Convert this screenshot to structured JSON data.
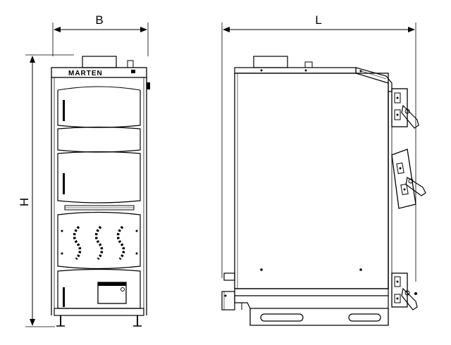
{
  "dimensions": {
    "width_label": "B",
    "length_label": "L",
    "height_label": "H"
  },
  "front_view": {
    "brand_text": "MARTEN"
  },
  "colors": {
    "line": "#000000",
    "panel": "#ffffff",
    "background": "#ffffff"
  }
}
